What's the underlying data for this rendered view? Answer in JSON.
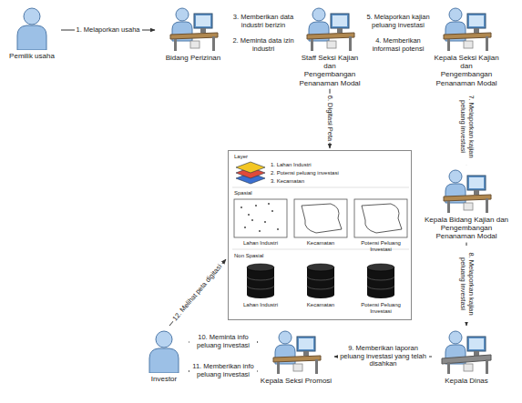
{
  "diagram": {
    "nodes": [
      {
        "text": [
          "Pemilik usaha"
        ]
      },
      {
        "text": [
          "Bidang Perizinan"
        ]
      },
      {
        "text": [
          "Staff Seksi Kajian dan Pengembangan Penanaman Modal"
        ]
      },
      {
        "text": [
          "Kepala Seksi Kajian dan Pengembangan Penanaman Modal"
        ]
      },
      {
        "text": [
          "Layer",
          "1. Lahan Industri",
          "2. Potensi peluang investasi",
          "3. Kecamatan",
          "Spasial",
          "Lahan Industri",
          "Kecamatan",
          "Potensi Peluang Investasi",
          "Non Spasial",
          "Lahan Industri",
          "Kecamatan",
          "Potensi Peluang Investasi"
        ]
      },
      {
        "text": [
          "Kepala Bidang Kajian dan Pengembangan Penanaman Modal"
        ]
      },
      {
        "text": [
          "Investor"
        ]
      },
      {
        "text": [
          "Kepala Seksi Promosi"
        ]
      },
      {
        "text": [
          "Kepala Dinas"
        ]
      }
    ],
    "edges": [
      {
        "from": 0,
        "to": 1,
        "label": "1. Melaporkan usaha",
        "arrow": "to"
      },
      {
        "from": 2,
        "to": 1,
        "label": "2. Meminta data izin industri",
        "arrow": "to"
      },
      {
        "from": 1,
        "to": 2,
        "label": "3. Memberikan data industri berizin",
        "arrow": "to"
      },
      {
        "from": 3,
        "to": 2,
        "label": "4. Memberikan informasi potensi",
        "arrow": "to"
      },
      {
        "from": 2,
        "to": 3,
        "label": "5. Melaporkan kajian peluang investasi",
        "arrow": "to"
      },
      {
        "from": 2,
        "to": 4,
        "label": "6. Digitasi Peta",
        "arrow": "to"
      },
      {
        "from": 3,
        "to": 5,
        "label": "7. Melaporkan kajian peluang investasi",
        "arrow": "to"
      },
      {
        "from": 5,
        "to": 8,
        "label": "8. Melaporkan kajian peluang investasi",
        "arrow": "to"
      },
      {
        "from": 8,
        "to": 7,
        "label": "9. Memberikan laporan peluang investasi yang telah disahkan",
        "arrow": "to"
      },
      {
        "from": 6,
        "to": 7,
        "label": "10. Meminta info peluang investasi",
        "arrow": "to"
      },
      {
        "from": 7,
        "to": 6,
        "label": "11. Memberikan info peluang investasi",
        "arrow": "to"
      },
      {
        "from": 6,
        "to": 4,
        "label": "12. Melihat peta digitasi",
        "arrow": "to"
      }
    ]
  }
}
